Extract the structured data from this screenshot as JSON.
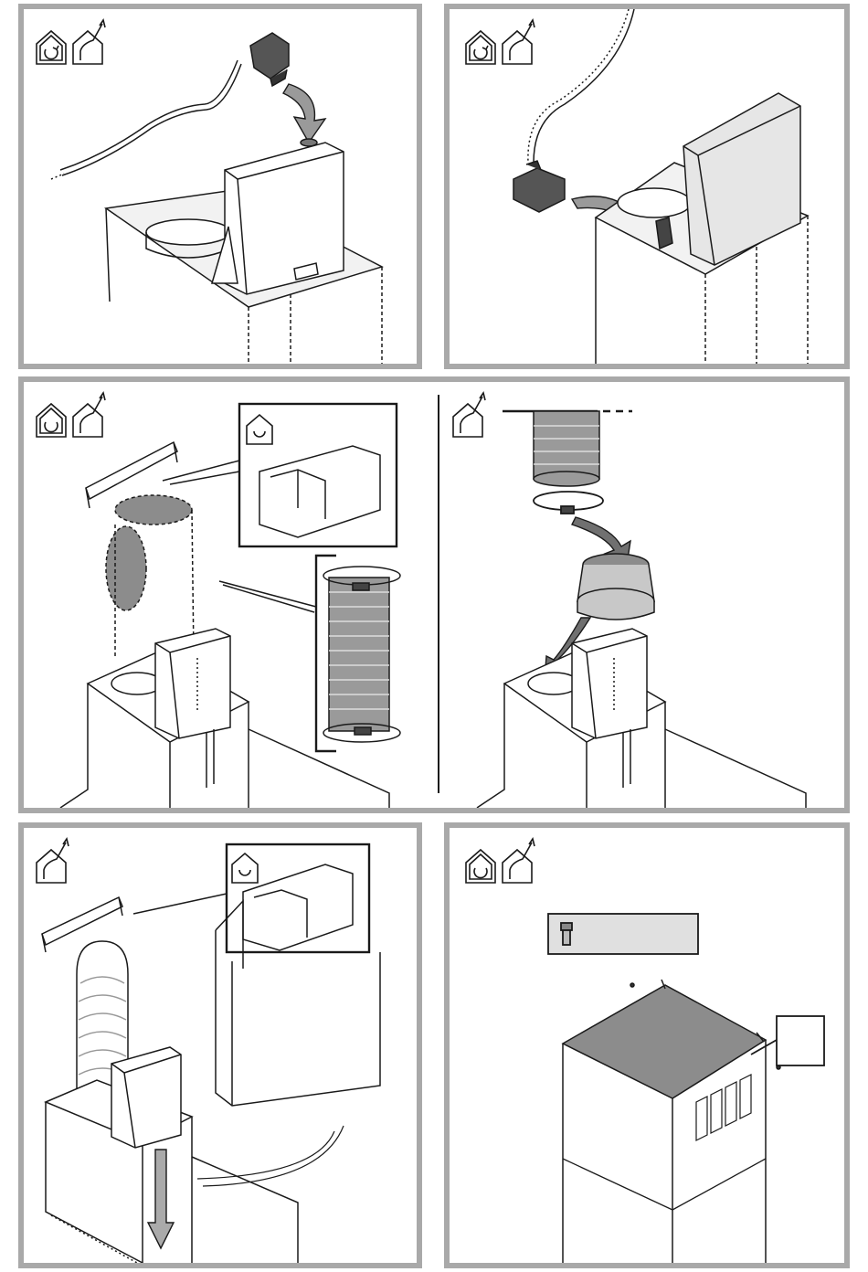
{
  "panels": [
    {
      "id": "step-1",
      "icons": [
        "recirculation-mode-icon",
        "exhaust-mode-icon"
      ]
    },
    {
      "id": "step-2",
      "icons": [
        "recirculation-mode-icon",
        "exhaust-mode-icon"
      ]
    },
    {
      "id": "step-3",
      "icons": [
        "recirculation-mode-icon",
        "exhaust-mode-icon",
        "exhaust-mode-icon"
      ]
    },
    {
      "id": "step-4",
      "icons": [
        "exhaust-mode-icon"
      ]
    },
    {
      "id": "step-5",
      "icons": [
        "recirculation-mode-icon",
        "exhaust-mode-icon"
      ]
    }
  ],
  "colors": {
    "frame": "#a9a9a9",
    "line": "#1a1a1a",
    "fill_gray": "#8c8c8c",
    "fill_light": "#d6d6d6"
  }
}
